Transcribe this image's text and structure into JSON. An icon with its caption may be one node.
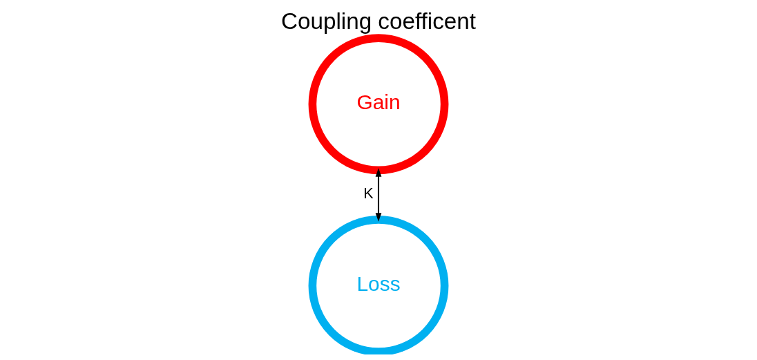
{
  "diagram": {
    "title": "Coupling coefficent",
    "nodes": [
      {
        "text": [
          "Gain"
        ]
      },
      {
        "text": [
          "Loss"
        ]
      }
    ],
    "edges": [
      {
        "from": 0,
        "to": 1,
        "arrow": "both",
        "label": "K"
      }
    ]
  }
}
